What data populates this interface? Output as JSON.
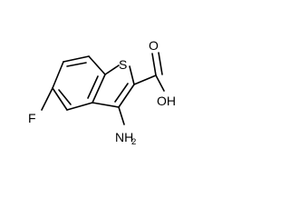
{
  "molecule": {
    "atoms": {
      "sulfur": "S",
      "fluorine": "F",
      "hydroxyl": "OH",
      "carbonyl_oxygen": "O",
      "amino_N": "NH",
      "amino_sub": "2"
    }
  }
}
